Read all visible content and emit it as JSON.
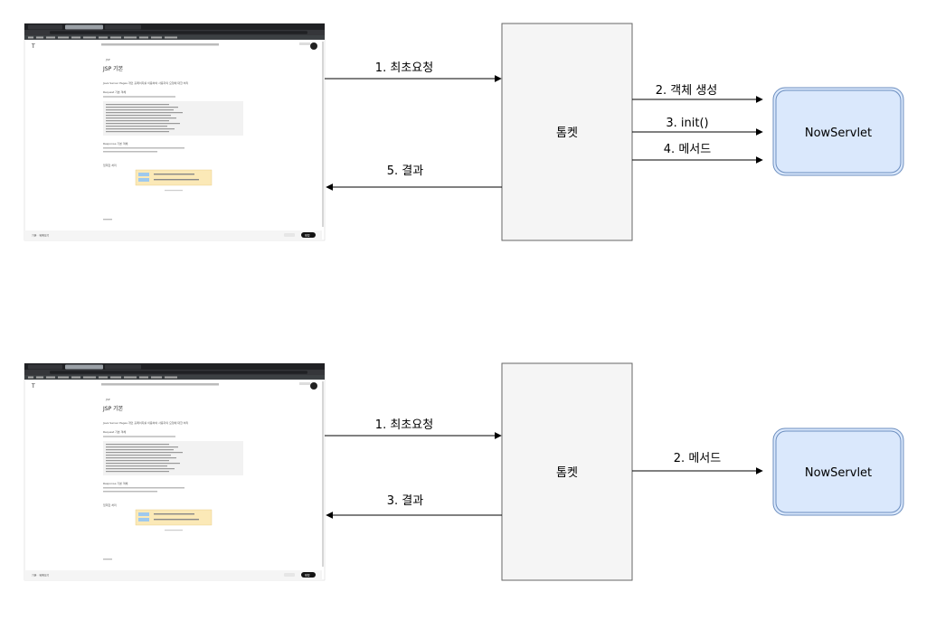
{
  "diagrams": [
    {
      "screenshot": {
        "logo": "T",
        "breadcrumb": "JSP",
        "page_title": "JSP 기본",
        "page_intro": "Java Server Pages 개인 홈페이지를 이용하여 사용자의 요청에 대한 처리",
        "section_request": "Request 기본 객체",
        "section_response": "Response 기본 객체",
        "section_other": "입력값 처리",
        "footer_left": "기본 · 목록보기",
        "footer_btn": "발행"
      },
      "server_label": "톰켓",
      "servlet_label": "NowServlet",
      "arrows": {
        "request": "1. 최초요청",
        "create": "2. 객체 생성",
        "init": "3. init()",
        "method": "4. 메서드",
        "result": "5. 결과"
      }
    },
    {
      "screenshot": {
        "logo": "T",
        "breadcrumb": "JSP",
        "page_title": "JSP 기본",
        "page_intro": "Java Server Pages 개인 홈페이지를 이용하여 사용자의 요청에 대한 처리",
        "section_request": "Request 기본 객체",
        "section_response": "Response 기본 객체",
        "section_other": "입력값 처리",
        "footer_left": "기본 · 목록보기",
        "footer_btn": "발행"
      },
      "server_label": "톰켓",
      "servlet_label": "NowServlet",
      "arrows": {
        "request": "1. 최초요청",
        "method": "2. 메서드",
        "result": "3. 결과"
      }
    }
  ]
}
